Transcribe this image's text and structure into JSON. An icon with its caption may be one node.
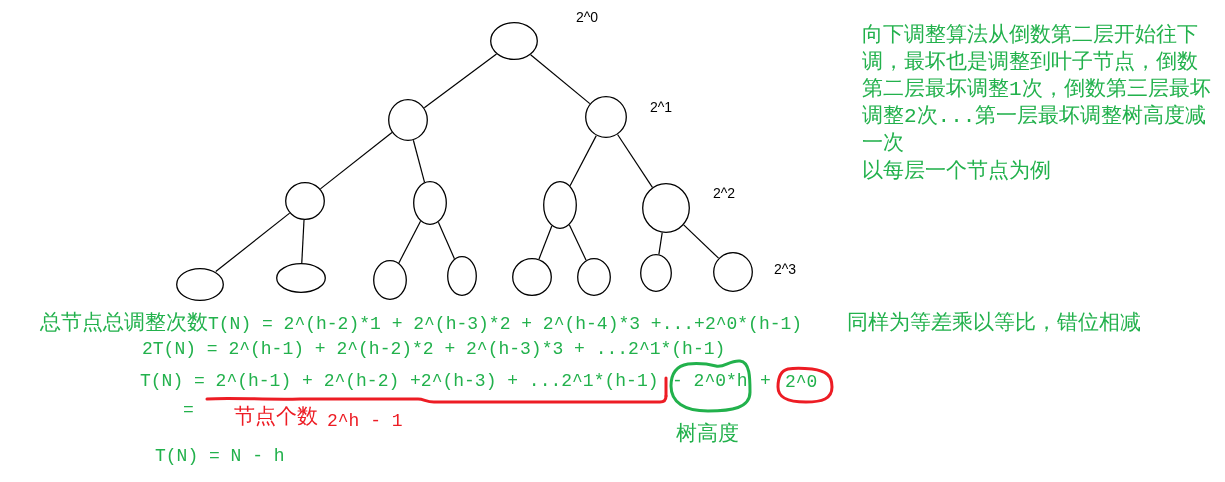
{
  "diagram": {
    "nodes": [
      {
        "text": [],
        "shape": "circle"
      },
      {
        "text": [],
        "shape": "circle"
      },
      {
        "text": [],
        "shape": "circle"
      },
      {
        "text": [],
        "shape": "circle"
      },
      {
        "text": [],
        "shape": "circle"
      },
      {
        "text": [],
        "shape": "circle"
      },
      {
        "text": [],
        "shape": "circle"
      },
      {
        "text": [],
        "shape": "circle"
      },
      {
        "text": [],
        "shape": "circle"
      },
      {
        "text": [],
        "shape": "circle"
      },
      {
        "text": [],
        "shape": "circle"
      },
      {
        "text": [],
        "shape": "circle"
      },
      {
        "text": [],
        "shape": "circle"
      },
      {
        "text": [],
        "shape": "circle"
      },
      {
        "text": [],
        "shape": "circle"
      },
      {
        "text": [
          "- 2^0*h"
        ],
        "beside": [
          "树高度"
        ]
      },
      {
        "text": [
          "2^0"
        ]
      }
    ],
    "edges": [
      {
        "from": 0,
        "to": 1,
        "arrow": "none"
      },
      {
        "from": 0,
        "to": 2,
        "arrow": "none"
      },
      {
        "from": 1,
        "to": 3,
        "arrow": "none"
      },
      {
        "from": 1,
        "to": 4,
        "arrow": "none"
      },
      {
        "from": 2,
        "to": 5,
        "arrow": "none"
      },
      {
        "from": 2,
        "to": 6,
        "arrow": "none"
      },
      {
        "from": 3,
        "to": 7,
        "arrow": "none"
      },
      {
        "from": 3,
        "to": 8,
        "arrow": "none"
      },
      {
        "from": 4,
        "to": 9,
        "arrow": "none"
      },
      {
        "from": 4,
        "to": 10,
        "arrow": "none"
      },
      {
        "from": 5,
        "to": 11,
        "arrow": "none"
      },
      {
        "from": 5,
        "to": 12,
        "arrow": "none"
      },
      {
        "from": 6,
        "to": 13,
        "arrow": "none"
      },
      {
        "from": 6,
        "to": 14,
        "arrow": "none"
      }
    ],
    "labels": [
      "2^0",
      "2^1",
      "2^2",
      "2^3",
      "向下调整算法从倒数第二层开始往下调，最坏也是调整到叶子节点，倒数第二层最坏调整1次，倒数第三层最坏调整2次...第一层最坏调整树高度减一次",
      "以每层一个节点为例",
      "总节点总调整次数T(N) = 2^(h-2)*1 + 2^(h-3)*2 + 2^(h-4)*3 +...+2^0*(h-1)",
      "同样为等差乘以等比，错位相减",
      "2T(N) = 2^(h-1) + 2^(h-2)*2 + 2^(h-3)*3 + ...2^1*(h-1)",
      "T(N) = 2^(h-1) + 2^(h-2) +2^(h-3) + ...2^1*(h-1)",
      "+",
      "=",
      "节点个数",
      "2^h - 1",
      "T(N) = N - h"
    ]
  }
}
